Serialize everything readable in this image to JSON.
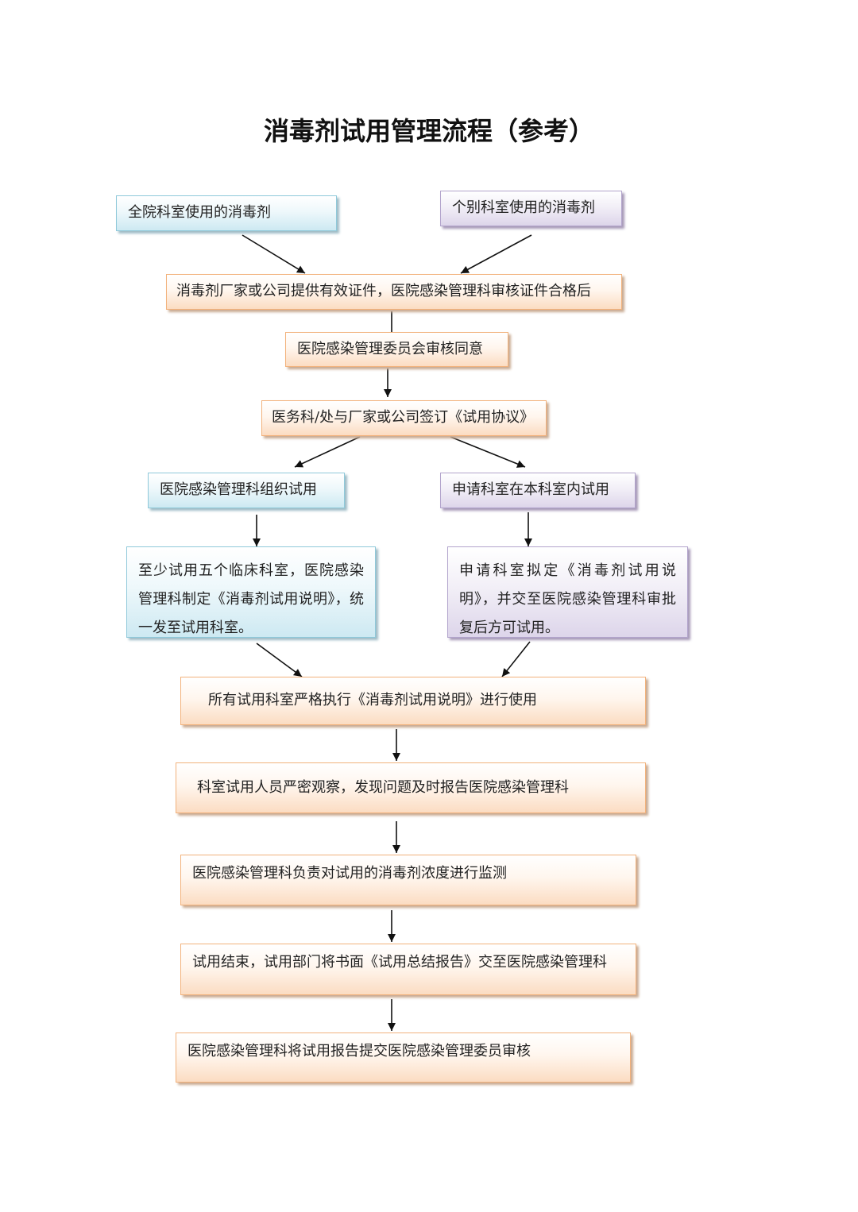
{
  "title": "消毒剂试用管理流程（参考）",
  "colors": {
    "blue_box": "#d6edf4",
    "purple_box": "#e3dcef",
    "orange_box": "#fbdcc2",
    "arrow": "#111111"
  },
  "steps": {
    "all_departments": "全院科室使用的消毒剂",
    "individual_departments": "个别科室使用的消毒剂",
    "certificate_review": "消毒剂厂家或公司提供有效证件，医院感染管理科审核证件合格后",
    "committee_approval": "医院感染管理委员会审核同意",
    "sign_agreement": "医务科/处与厂家或公司签订《试用协议》",
    "infection_dept_organize": "医院感染管理科组织试用",
    "applicant_dept_trial": "申请科室在本科室内试用",
    "five_departments": "至少试用五个临床科室，医院感染管理科制定《消毒剂试用说明》，统一发至试用科室。",
    "applicant_draft": "申请科室拟定《消毒剂试用说明》，并交至医院感染管理科审批复后方可试用。",
    "execute_instructions": "所有试用科室严格执行《消毒剂试用说明》进行使用",
    "observe_report": "科室试用人员严密观察，发现问题及时报告医院感染管理科",
    "monitor_concentration": "医院感染管理科负责对试用的消毒剂浓度进行监测",
    "trial_end_report": "试用结束，试用部门将书面《试用总结报告》交至医院感染管理科",
    "submit_committee": "医院感染管理科将试用报告提交医院感染管理委员审核"
  }
}
